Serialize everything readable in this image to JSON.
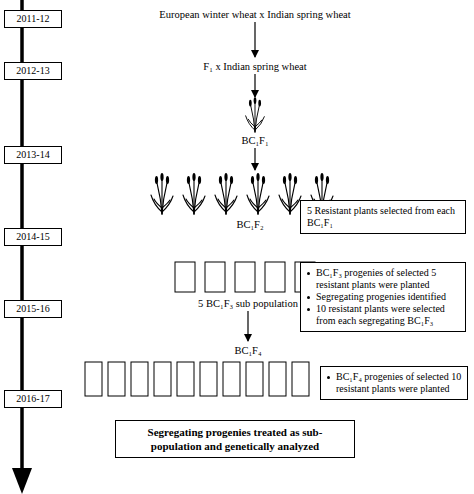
{
  "diagram": {
    "nodes": [
      {
        "text": [
          "2011-12"
        ]
      },
      {
        "text": [
          "2012-13"
        ]
      },
      {
        "text": [
          "2013-14"
        ]
      },
      {
        "text": [
          "2014-15"
        ]
      },
      {
        "text": [
          "5 Resistant plants selected from each BC₁F₁"
        ]
      },
      {
        "text": [
          "2015-16"
        ]
      },
      {
        "text": [
          "BC₁F₃ progenies of selected 5 resistant plants were planted",
          "Segregating progenies identified",
          "10 resistant plants were selected from each segregating BC₁F₃"
        ]
      },
      {
        "text": [
          "2016-17"
        ]
      },
      {
        "text": [
          "BC₁F₄ progenies of selected 10 resistant plants were planted"
        ]
      },
      {
        "text": [
          "Segregating progenies treated as sub-population and genetically analyzed"
        ]
      }
    ],
    "labels": [
      "European winter wheat x Indian spring wheat",
      "F₁ x Indian spring wheat",
      "BC₁F₁",
      "BC₁F₂",
      "5 BC₁F₃ sub population",
      "BC₁F₄"
    ]
  }
}
